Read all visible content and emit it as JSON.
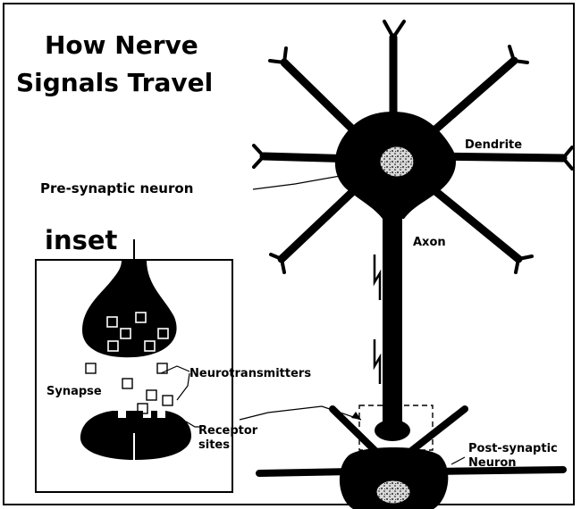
{
  "title": {
    "line1": "How Nerve",
    "line2": "Signals Travel"
  },
  "labels": {
    "pre_synaptic": "Pre-synaptic neuron",
    "dendrite": "Dendrite",
    "axon": "Axon",
    "inset": "inset",
    "neurotransmitters": "Neurotransmitters",
    "synapse": "Synapse",
    "receptor_line1": "Receptor",
    "receptor_line2": "sites",
    "post_line1": "Post-synaptic",
    "post_line2": "Neuron"
  },
  "colors": {
    "ink": "#000000",
    "paper": "#ffffff",
    "nucleus": "#cfcfcf"
  }
}
